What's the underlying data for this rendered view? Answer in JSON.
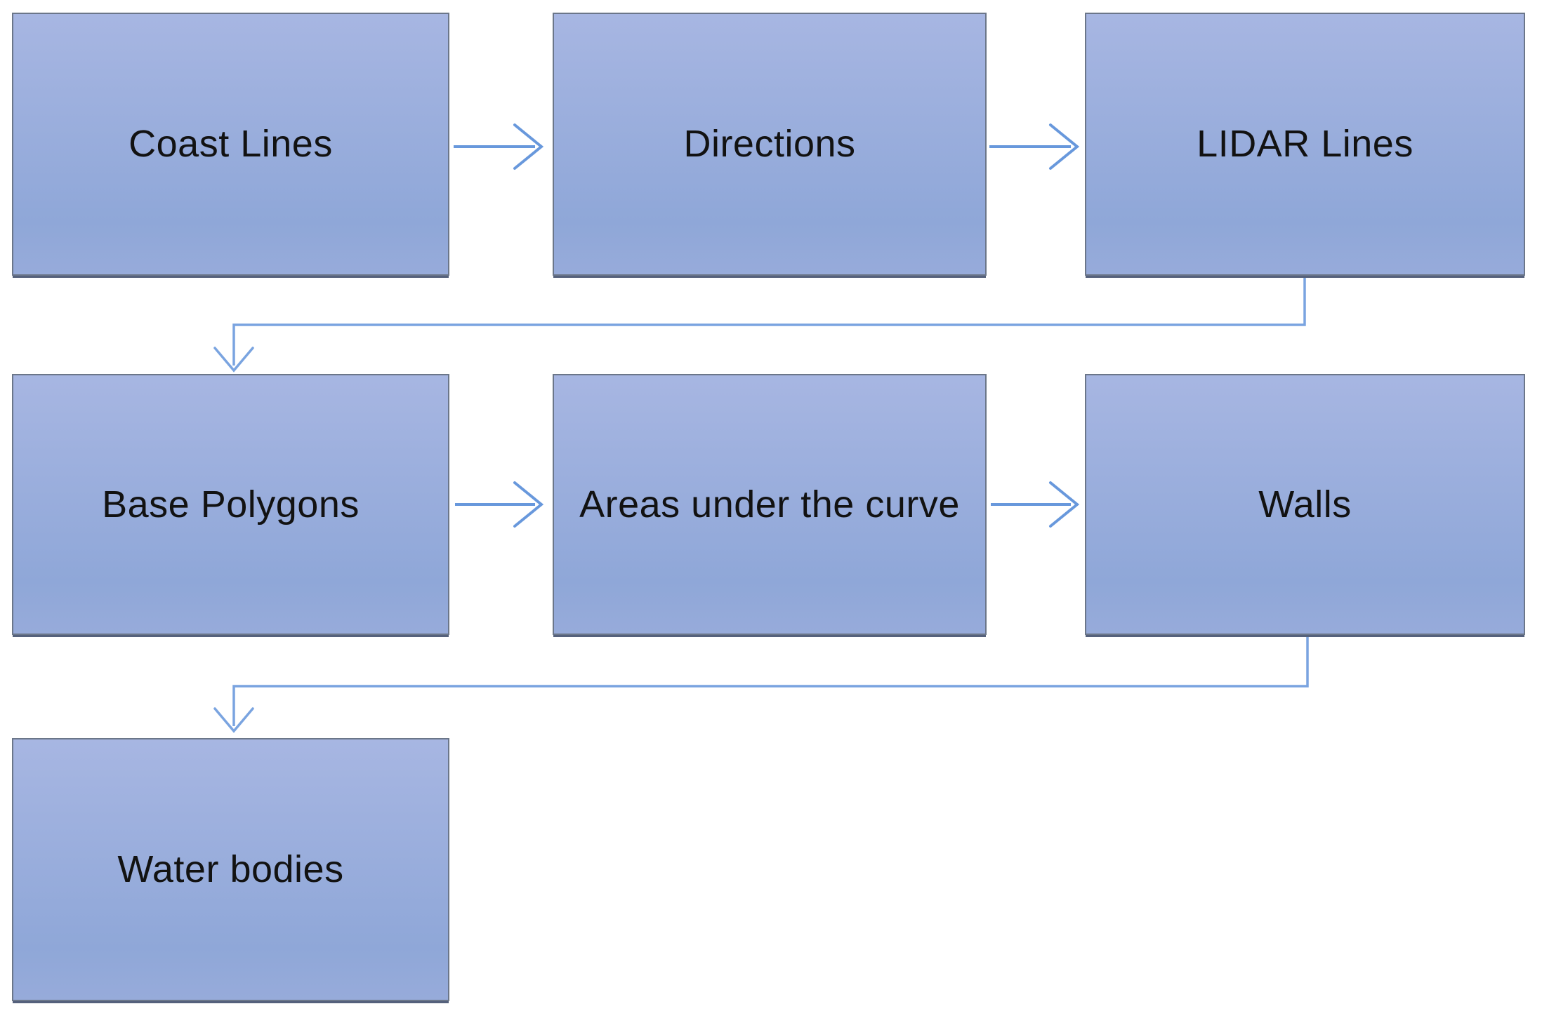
{
  "diagram": {
    "type": "flowchart",
    "nodes": [
      {
        "id": "coast-lines",
        "label": "Coast Lines",
        "row": 1,
        "col": 1
      },
      {
        "id": "directions",
        "label": "Directions",
        "row": 1,
        "col": 2
      },
      {
        "id": "lidar-lines",
        "label": "LIDAR Lines",
        "row": 1,
        "col": 3
      },
      {
        "id": "base-polygons",
        "label": "Base Polygons",
        "row": 2,
        "col": 1
      },
      {
        "id": "areas-under-the-curve",
        "label": "Areas under the curve",
        "row": 2,
        "col": 2
      },
      {
        "id": "walls",
        "label": "Walls",
        "row": 2,
        "col": 3
      },
      {
        "id": "water-bodies",
        "label": "Water bodies",
        "row": 3,
        "col": 1
      }
    ],
    "edges": [
      {
        "from": "coast-lines",
        "to": "directions",
        "style": "straight-arrow"
      },
      {
        "from": "directions",
        "to": "lidar-lines",
        "style": "straight-arrow"
      },
      {
        "from": "lidar-lines",
        "to": "base-polygons",
        "style": "elbow-arrow"
      },
      {
        "from": "base-polygons",
        "to": "areas-under-the-curve",
        "style": "straight-arrow"
      },
      {
        "from": "areas-under-the-curve",
        "to": "walls",
        "style": "straight-arrow"
      },
      {
        "from": "walls",
        "to": "water-bodies",
        "style": "elbow-arrow"
      }
    ],
    "colors": {
      "box_fill_top": "#a7b6e2",
      "box_fill_bottom": "#97abda",
      "box_border": "#6b7689",
      "straight_connector": "#6898dc",
      "elbow_connector": "#7aa4e0",
      "text": "#121212",
      "background": "#ffffff"
    }
  }
}
